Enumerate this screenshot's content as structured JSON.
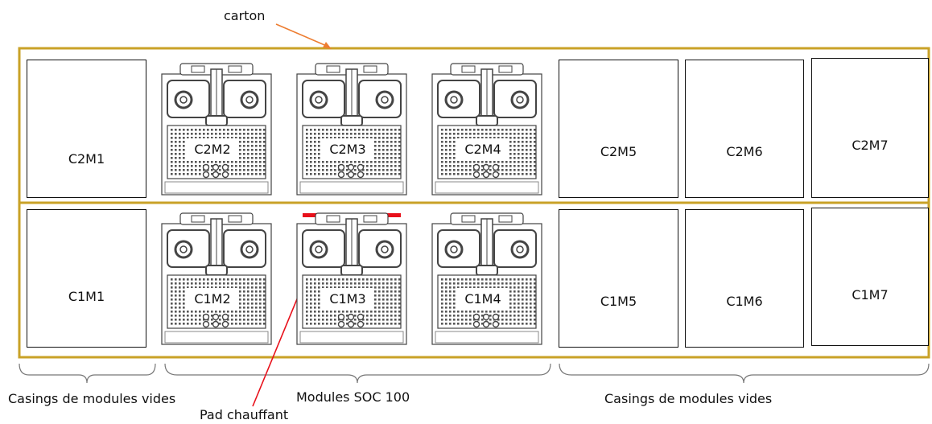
{
  "labels": {
    "carton": "carton",
    "pad": "Pad chauffant",
    "left_group": "Casings de modules vides",
    "middle_group": "Modules SOC 100",
    "right_group": "Casings de modules vides"
  },
  "row_top": {
    "c1": "C2M1",
    "c2": "C2M2",
    "c3": "C2M3",
    "c4": "C2M4",
    "c5": "C2M5",
    "c6": "C2M6",
    "c7": "C2M7"
  },
  "row_bottom": {
    "c1": "C1M1",
    "c2": "C1M2",
    "c3": "C1M3",
    "c4": "C1M4",
    "c5": "C1M5",
    "c6": "C1M6",
    "c7": "C1M7"
  },
  "colors": {
    "carton_border": "#c9a227",
    "arrow_orange": "#ed7d31",
    "pad_red": "#e8101a",
    "pointer_red": "#e8101a",
    "brace": "#666666"
  }
}
